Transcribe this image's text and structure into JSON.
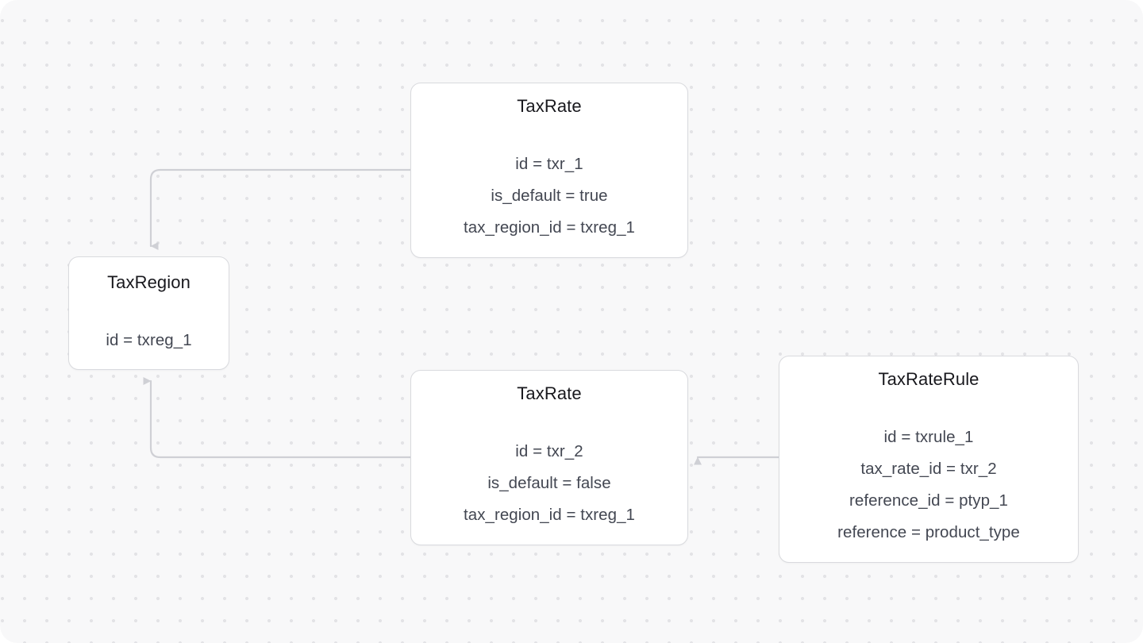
{
  "canvas": {
    "background_color": "#f8f8f9",
    "dot_color": "#e3e3e6",
    "node_border_color": "#d9dade",
    "node_fill_color": "#ffffff",
    "edge_color": "#cfd0d5",
    "title_color": "#18181d",
    "attr_color": "#434752"
  },
  "nodes": [
    {
      "id": "taxrate-1",
      "title": "TaxRate",
      "attrs": [
        "id = txr_1",
        "is_default = true",
        "tax_region_id = txreg_1"
      ]
    },
    {
      "id": "taxregion",
      "title": "TaxRegion",
      "attrs": [
        "id = txreg_1"
      ]
    },
    {
      "id": "taxrate-2",
      "title": "TaxRate",
      "attrs": [
        "id = txr_2",
        "is_default = false",
        "tax_region_id = txreg_1"
      ]
    },
    {
      "id": "taxraterule",
      "title": "TaxRateRule",
      "attrs": [
        "id = txrule_1",
        "tax_rate_id = txr_2",
        "reference_id = ptyp_1",
        "reference = product_type"
      ]
    }
  ],
  "edges": [
    {
      "id": "edge-taxrate1-to-taxregion",
      "from": "taxrate-1",
      "to": "taxregion",
      "label": ""
    },
    {
      "id": "edge-taxrate2-to-taxregion",
      "from": "taxrate-2",
      "to": "taxregion",
      "label": ""
    },
    {
      "id": "edge-taxraterule-to-taxrate2",
      "from": "taxraterule",
      "to": "taxrate-2",
      "label": ""
    }
  ]
}
